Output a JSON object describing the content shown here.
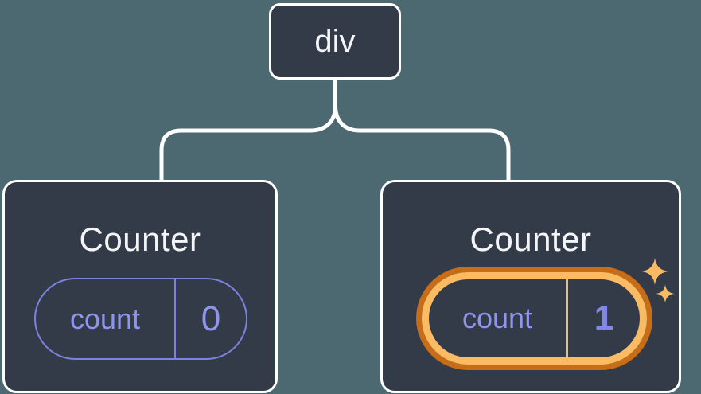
{
  "tree": {
    "root": {
      "label": "div"
    },
    "children": [
      {
        "title": "Counter",
        "state": {
          "key": "count",
          "value": "0"
        },
        "highlighted": false
      },
      {
        "title": "Counter",
        "state": {
          "key": "count",
          "value": "1"
        },
        "highlighted": true
      }
    ]
  },
  "icons": {
    "sparkles": "sparkles-icon"
  },
  "colors": {
    "background": "#4c6971",
    "node_fill": "#343b48",
    "node_border": "#ffffff",
    "title_text": "#f4f5f7",
    "state_purple_border": "#7b82e0",
    "state_purple_text": "#8f95ec",
    "highlight_orange_outer": "#c76d17",
    "highlight_orange_inner": "#fabb63"
  }
}
